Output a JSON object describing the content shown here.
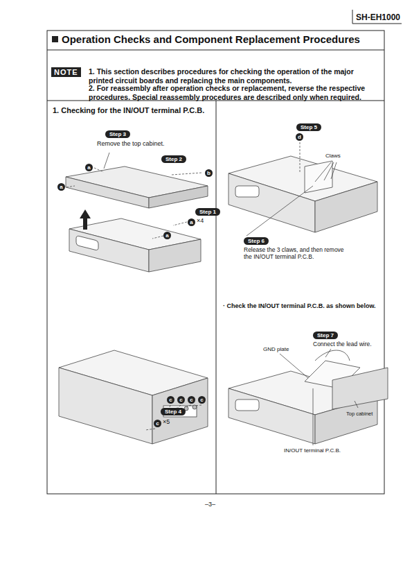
{
  "diagram": {
    "title": "Operation Checks and Component Replacement Procedures",
    "nodes": [
      {
        "text": [
          "NOTE"
        ]
      },
      {
        "text": [
          "Step 3"
        ]
      },
      {
        "text": [
          "Step 2"
        ]
      },
      {
        "text": [
          "Step 1"
        ]
      },
      {
        "text": [
          "Step 4"
        ]
      },
      {
        "text": [
          "Step 5"
        ]
      },
      {
        "text": [
          "Step 6"
        ]
      },
      {
        "text": [
          "Step 7"
        ]
      }
    ],
    "labels": [
      "SH-EH1000",
      "1. This section describes procedures for checking the operation of the major printed circuit boards and replacing the main components.",
      "2. For reassembly after operation checks or replacement, reverse the respective procedures. Special reassembly procedures are described only when required.",
      "1. Checking for the IN/OUT terminal P.C.B.",
      "Remove the top cabinet.",
      "a",
      "b",
      "a",
      "a",
      "×4",
      "a",
      "c",
      "c",
      "c",
      "c",
      "c",
      "×5",
      "d",
      "Claws",
      "Release the 3 claws, and then remove the IN/OUT terminal P.C.B.",
      "· Check the IN/OUT terminal P.C.B. as shown below.",
      "Connect the lead wire.",
      "GND plate",
      "Top cabinet",
      "IN/OUT terminal P.C.B.",
      "–3–"
    ]
  }
}
